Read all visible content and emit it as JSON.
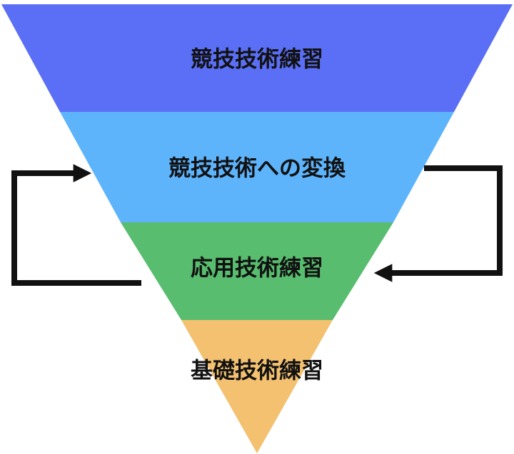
{
  "diagram": {
    "type": "inverted-pyramid",
    "layers": [
      {
        "label": "競技技術練習",
        "color": "#5a6ff5"
      },
      {
        "label": "競技技術への変換",
        "color": "#5eb4fb"
      },
      {
        "label": "応用技術練習",
        "color": "#58bd6e"
      },
      {
        "label": "基礎技術練習",
        "color": "#f3c170"
      }
    ],
    "arrows": [
      {
        "from_layer": 3,
        "to_layer": 2,
        "side": "left",
        "color": "#111111"
      },
      {
        "from_layer": 2,
        "to_layer": 3,
        "side": "right",
        "color": "#111111"
      }
    ]
  }
}
